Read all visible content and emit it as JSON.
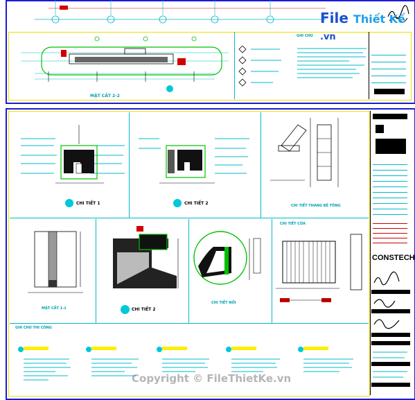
{
  "watermark": {
    "brand_left": "File",
    "brand_right": "Thiết Kế",
    "brand_tld": ".vn",
    "copyright": "Copyright © FileThietKe.vn"
  },
  "top_sheet": {
    "section_label": "MẶT CẮT 2-2",
    "notes_header": "GHI CHÚ"
  },
  "bottom_sheet": {
    "detail_1_label": "CHI TIẾT 1",
    "detail_2_label": "CHI TIẾT 2",
    "detail_2b_label": "CHI TIẾT 2",
    "section_1_label": "MẶT CẮT 1-1",
    "construction_label": "CHI TIẾT THANG BÊ TÔNG",
    "door_label": "CHI TIẾT CỬA",
    "joint_label": "CHI TIẾT NỐI",
    "notes_row_label": "GHI CHÚ THI CÔNG"
  },
  "title_block": {
    "company": "CONSTECH"
  },
  "colors": {
    "sheet_border": "#1a1ad8",
    "drawing_cyan": "#00b8c8",
    "highlight_yellow": "#ffee00",
    "green": "#00c000",
    "red": "#d00000"
  }
}
